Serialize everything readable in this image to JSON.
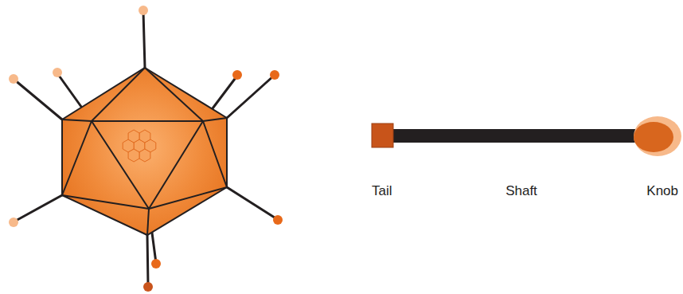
{
  "diagram": {
    "labels": [
      "Tail",
      "Shaft",
      "Knob"
    ]
  }
}
